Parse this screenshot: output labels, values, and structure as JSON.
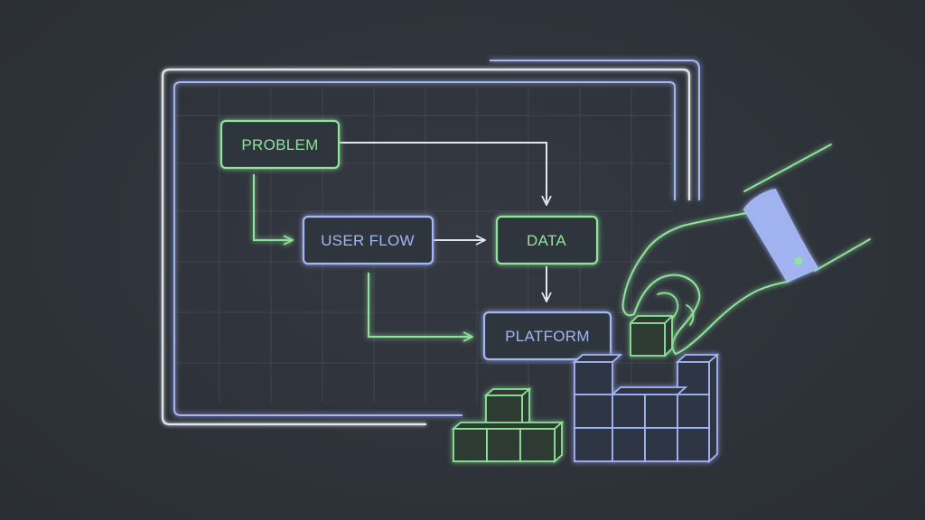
{
  "diagram": {
    "nodes": {
      "problem": "PROBLEM",
      "user_flow": "USER FLOW",
      "data": "DATA",
      "platform": "PLATFORM"
    }
  },
  "colors": {
    "background": "#2f333b",
    "green": "#8fe39a",
    "blue": "#a3b6f5",
    "white_line": "#e4e8ee",
    "grid": "#4a5260"
  }
}
